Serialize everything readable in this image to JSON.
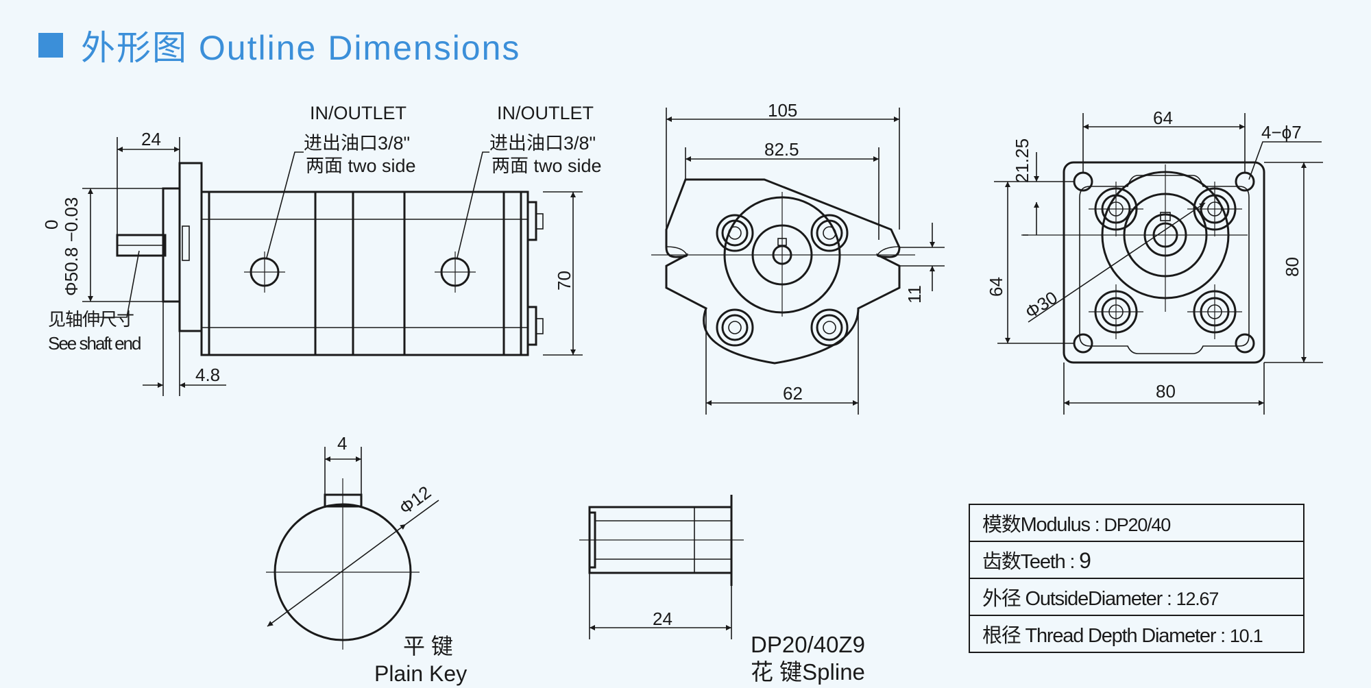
{
  "title": "外形图 Outline Dimensions",
  "labels": {
    "in_outlet_1": "IN/OUTLET",
    "port_cn_1": "进出油口3/8\"",
    "port_side_1": "两面 two side",
    "in_outlet_2": "IN/OUTLET",
    "port_cn_2": "进出油口3/8\"",
    "port_side_2": "两面 two side",
    "shaft_cn": "见轴伸尺寸",
    "shaft_en": "See shaft end",
    "shaft_tol_upper": "0",
    "shaft_diameter": "Φ50.8 −0.03",
    "plain_key_cn": "平  键",
    "plain_key_en": "Plain Key",
    "spline_code": "DP20/40Z9",
    "spline_cn_en": "花 键Spline"
  },
  "dimensions": {
    "side_24": "24",
    "side_4_8": "4.8",
    "side_70": "70",
    "front_105": "105",
    "front_82_5": "82.5",
    "front_62": "62",
    "front_11": "11",
    "rear_64_top": "64",
    "rear_4_phi7": "4−ϕ7",
    "rear_21_25": "21.25",
    "rear_64_left": "64",
    "rear_80_right": "80",
    "rear_80_bottom": "80",
    "rear_phi30": "Φ30",
    "key_4": "4",
    "key_phi12": "Φ12",
    "spline_24": "24"
  },
  "spec_table": {
    "modulus_label": "模数Modulus : ",
    "modulus_value": "DP20/40",
    "teeth_label": "齿数Teeth : ",
    "teeth_value": "9",
    "outside_label": "外径  OutsideDiameter : ",
    "outside_value": "12.67",
    "root_label": "根径  Thread Depth Diameter : ",
    "root_value": "10.1"
  },
  "colors": {
    "accent": "#3b8fd9",
    "line": "#1a1a1a",
    "background": "#f1f8fc"
  }
}
